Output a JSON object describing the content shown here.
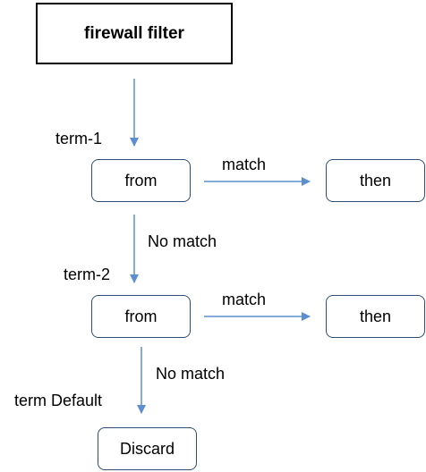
{
  "diagram": {
    "title": "firewall filter",
    "terms": [
      {
        "label": "term-1",
        "from": "from",
        "match_label": "match",
        "then": "then"
      },
      {
        "label": "term-2",
        "from": "from",
        "match_label": "match",
        "then": "then"
      }
    ],
    "no_match_labels": [
      "No match",
      "No match"
    ],
    "default_term": {
      "label": "term Default",
      "action": "Discard"
    },
    "colors": {
      "arrow": "#5b8fd0",
      "node_border": "#2e4d74",
      "title_border": "#000000"
    }
  }
}
